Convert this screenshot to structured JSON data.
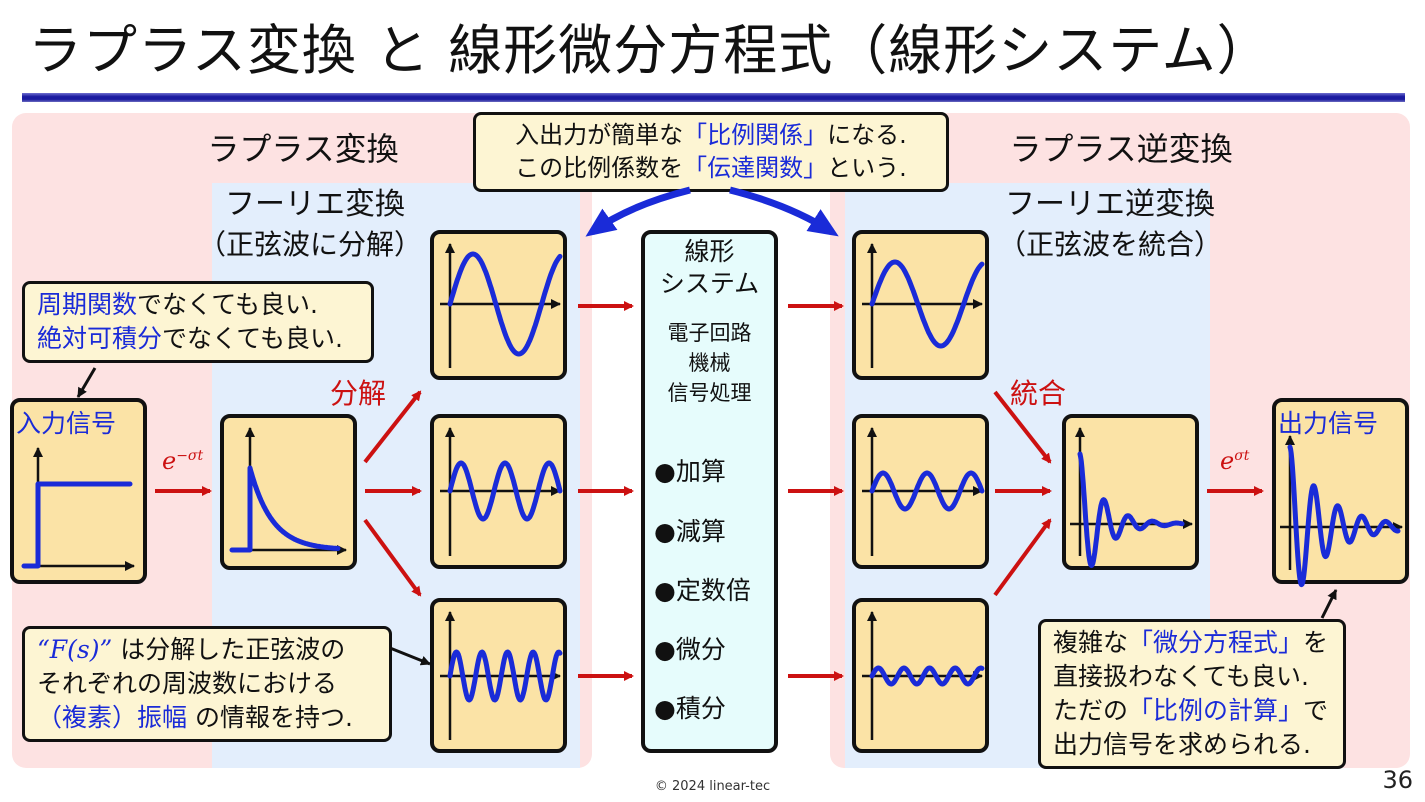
{
  "title": "ラプラス変換 と 線形微分方程式（線形システム）",
  "sections": {
    "laplace": "ラプラス変換",
    "fourier": "フーリエ変換",
    "fourier_sub": "（正弦波に分解）",
    "inv_laplace": "ラプラス逆変換",
    "inv_fourier": "フーリエ逆変換",
    "inv_fourier_sub": "（正弦波を統合）"
  },
  "top_callout": {
    "line1_a": "入出力が簡単な",
    "line1_b": "「比例関係」",
    "line1_c": "になる.",
    "line2_a": "この比例係数を",
    "line2_b": "「伝達関数」",
    "line2_c": "という."
  },
  "left_callout": {
    "line1_a": "周期関数",
    "line1_b": "でなくても良い.",
    "line2_a": "絶対可積分",
    "line2_b": "でなくても良い."
  },
  "bottom_left_callout": {
    "line1_a": "“F(s)”",
    "line1_b": " は分解した正弦波の",
    "line2": "それぞれの周波数における",
    "line3_a": "（複素）振幅",
    "line3_b": " の情報を持つ."
  },
  "bottom_right_callout": {
    "line1_a": "複雑な",
    "line1_b": "「微分方程式」",
    "line1_c": "を",
    "line2": "直接扱わなくても良い.",
    "line3_a": "ただの",
    "line3_b": "「比例の計算」",
    "line3_c": "で",
    "line4": "出力信号を求められる."
  },
  "labels": {
    "input_signal": "入力信号",
    "output_signal": "出力信号",
    "decompose": "分解",
    "integrate": "統合",
    "factor_in": "e",
    "factor_in_exp": "−σt",
    "factor_out": "e",
    "factor_out_exp": "σt"
  },
  "system": {
    "title_1": "線形",
    "title_2": "システム",
    "ex_1": "電子回路",
    "ex_2": "機械",
    "ex_3": "信号処理",
    "ops": [
      "●加算",
      "●減算",
      "●定数倍",
      "●微分",
      "●積分"
    ]
  },
  "footer": {
    "copyright": "© 2024 linear-tec",
    "page": "36"
  },
  "colors": {
    "accent_blue": "#1a2bd8",
    "arrow_red": "#cc1111",
    "box_fill": "#fbe3a6",
    "panel_pink": "#fde2e2",
    "panel_blue": "#e3eefc",
    "system_fill": "#e6fcfc",
    "callout_fill": "#fdf5d3"
  }
}
